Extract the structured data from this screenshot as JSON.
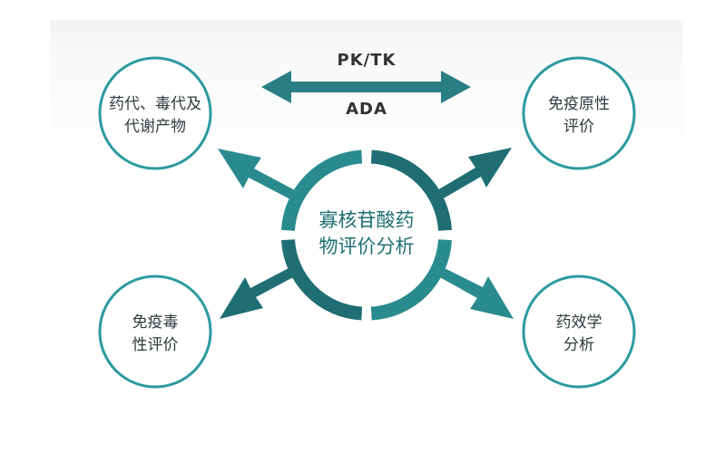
{
  "labels": {
    "pk_tk": "PK/TK",
    "ada": "ADA",
    "center": "寡核苷酸药\n物评价分析",
    "top_left": "药代、毒代及\n代谢产物",
    "top_right": "免疫原性\n评价",
    "bottom_left": "免疫毒\n性评价",
    "bottom_right": "药效学\n分析"
  },
  "colors": {
    "teal": "#2a8b8f",
    "teal_dark": "#1f6e73",
    "teal_light": "#44a8ac",
    "node_border": "#2c9aa0"
  }
}
